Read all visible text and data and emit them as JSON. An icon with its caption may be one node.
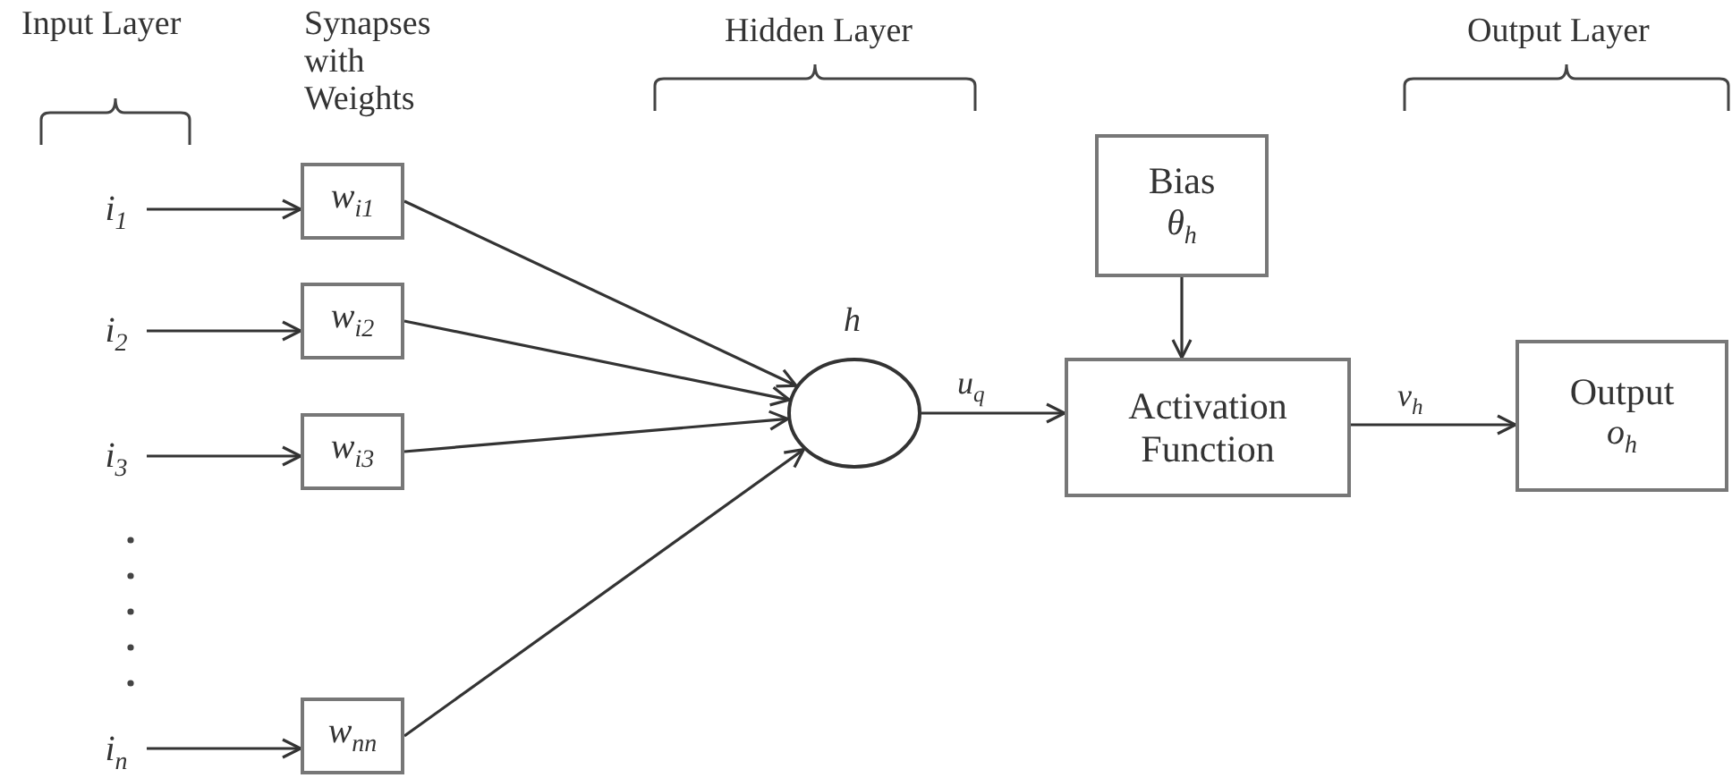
{
  "diagram": {
    "nodes": [
      {
        "text": [
          "i$_{1}$"
        ]
      },
      {
        "text": [
          "i$_{2}$"
        ]
      },
      {
        "text": [
          "i$_{3}$"
        ]
      },
      {
        "text": [
          "i$_{n}$"
        ]
      },
      {
        "text": [
          "w$_{i1}$"
        ]
      },
      {
        "text": [
          "w$_{i2}$"
        ]
      },
      {
        "text": [
          "w$_{i3}$"
        ]
      },
      {
        "text": [
          "w$_{nn}$"
        ]
      },
      {
        "text": [],
        "shape": "circle",
        "beside": [
          "h"
        ]
      },
      {
        "text": [
          "Bias",
          "θ$_{h}$"
        ]
      },
      {
        "text": [
          "Activation Function"
        ]
      },
      {
        "text": [
          "Output",
          "o$_{h}$"
        ]
      }
    ],
    "edges": [
      {
        "from": 0,
        "to": 4,
        "arrow": "to"
      },
      {
        "from": 1,
        "to": 5,
        "arrow": "to"
      },
      {
        "from": 2,
        "to": 6,
        "arrow": "to"
      },
      {
        "from": 3,
        "to": 7,
        "arrow": "to"
      },
      {
        "from": 4,
        "to": 8,
        "arrow": "to"
      },
      {
        "from": 5,
        "to": 8,
        "arrow": "to"
      },
      {
        "from": 6,
        "to": 8,
        "arrow": "to"
      },
      {
        "from": 7,
        "to": 8,
        "arrow": "to"
      },
      {
        "from": 8,
        "to": 10,
        "arrow": "to",
        "label": "u$_{q}$"
      },
      {
        "from": 9,
        "to": 10,
        "arrow": "to"
      },
      {
        "from": 10,
        "to": 11,
        "arrow": "to",
        "label": "v$_{h}$"
      }
    ],
    "labels": [
      "Input Layer",
      "Synapses with Weights",
      "Hidden Layer",
      "Output Layer"
    ]
  }
}
